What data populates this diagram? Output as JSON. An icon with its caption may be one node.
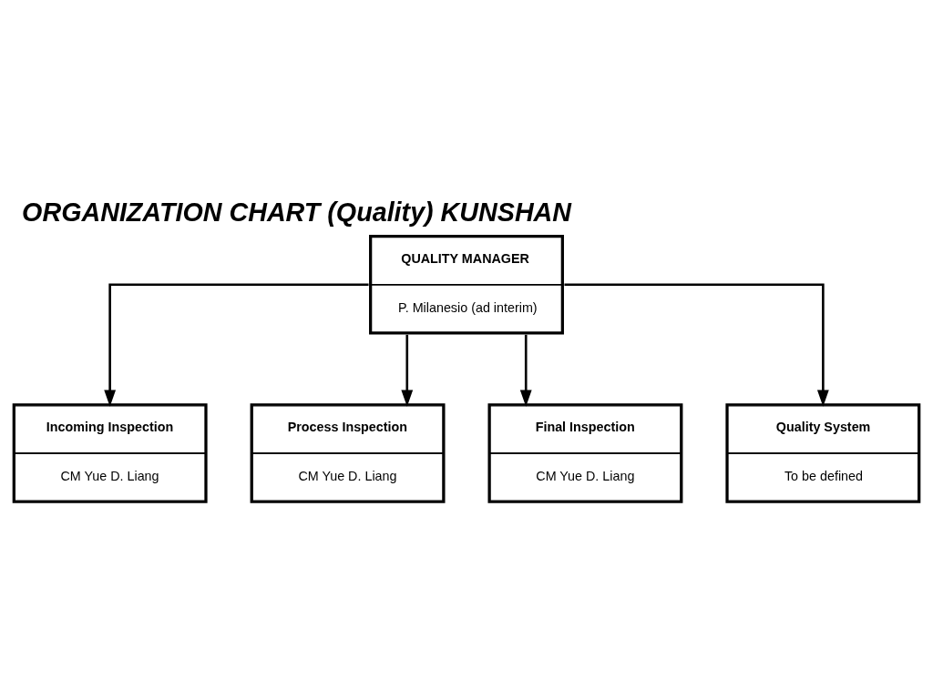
{
  "diagram": {
    "title": "ORGANIZATION CHART (Quality) KUNSHAN",
    "nodes": [
      {
        "text": [
          "QUALITY MANAGER",
          "P. Milanesio (ad interim)"
        ]
      },
      {
        "text": [
          "Incoming Inspection",
          "CM Yue D. Liang"
        ]
      },
      {
        "text": [
          "Process Inspection",
          "CM Yue D. Liang"
        ]
      },
      {
        "text": [
          "Final Inspection",
          "CM Yue D. Liang"
        ]
      },
      {
        "text": [
          "Quality System",
          "To be defined"
        ]
      }
    ],
    "edges": [
      {
        "from": 0,
        "to": 1,
        "arrow": "to"
      },
      {
        "from": 0,
        "to": 2,
        "arrow": "to"
      },
      {
        "from": 0,
        "to": 3,
        "arrow": "to"
      },
      {
        "from": 0,
        "to": 4,
        "arrow": "to"
      }
    ]
  }
}
